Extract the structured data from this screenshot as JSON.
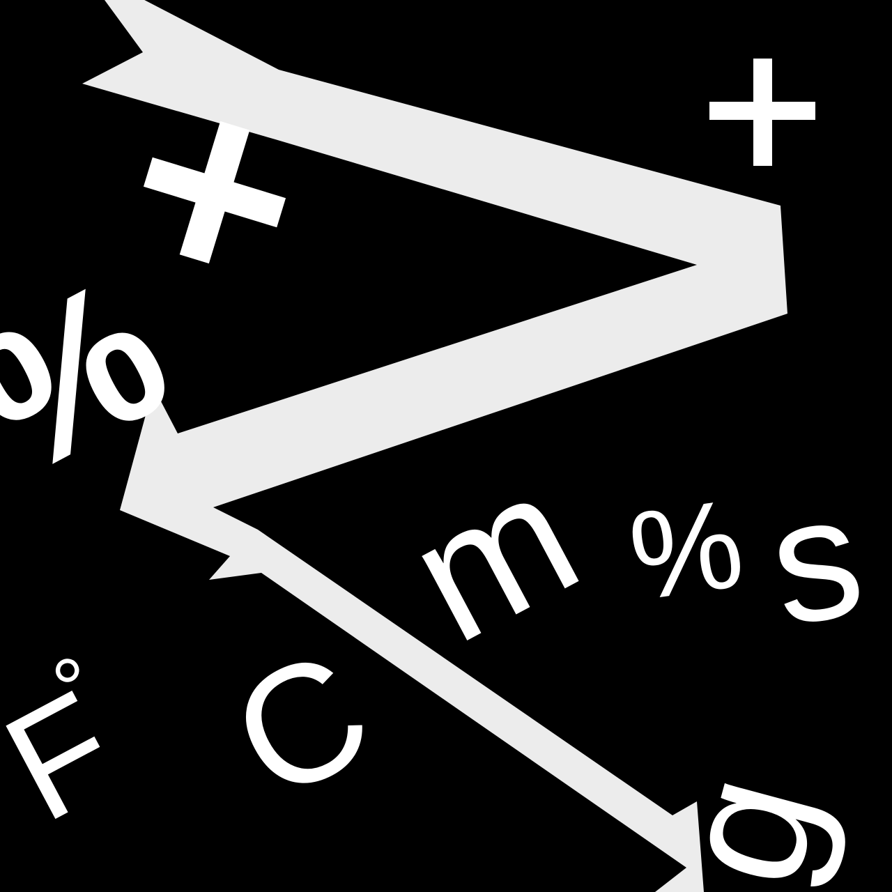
{
  "scene": {
    "background_color": "#000000",
    "foreground_color": "#ffffff",
    "arrow_color": "#ececec"
  },
  "symbols": {
    "plus": "+",
    "multiply": "×",
    "percent_large": "%",
    "percent_small": "%",
    "m": "m",
    "s": "s",
    "c": "C",
    "f": "F",
    "degree": "°",
    "g": "g"
  }
}
